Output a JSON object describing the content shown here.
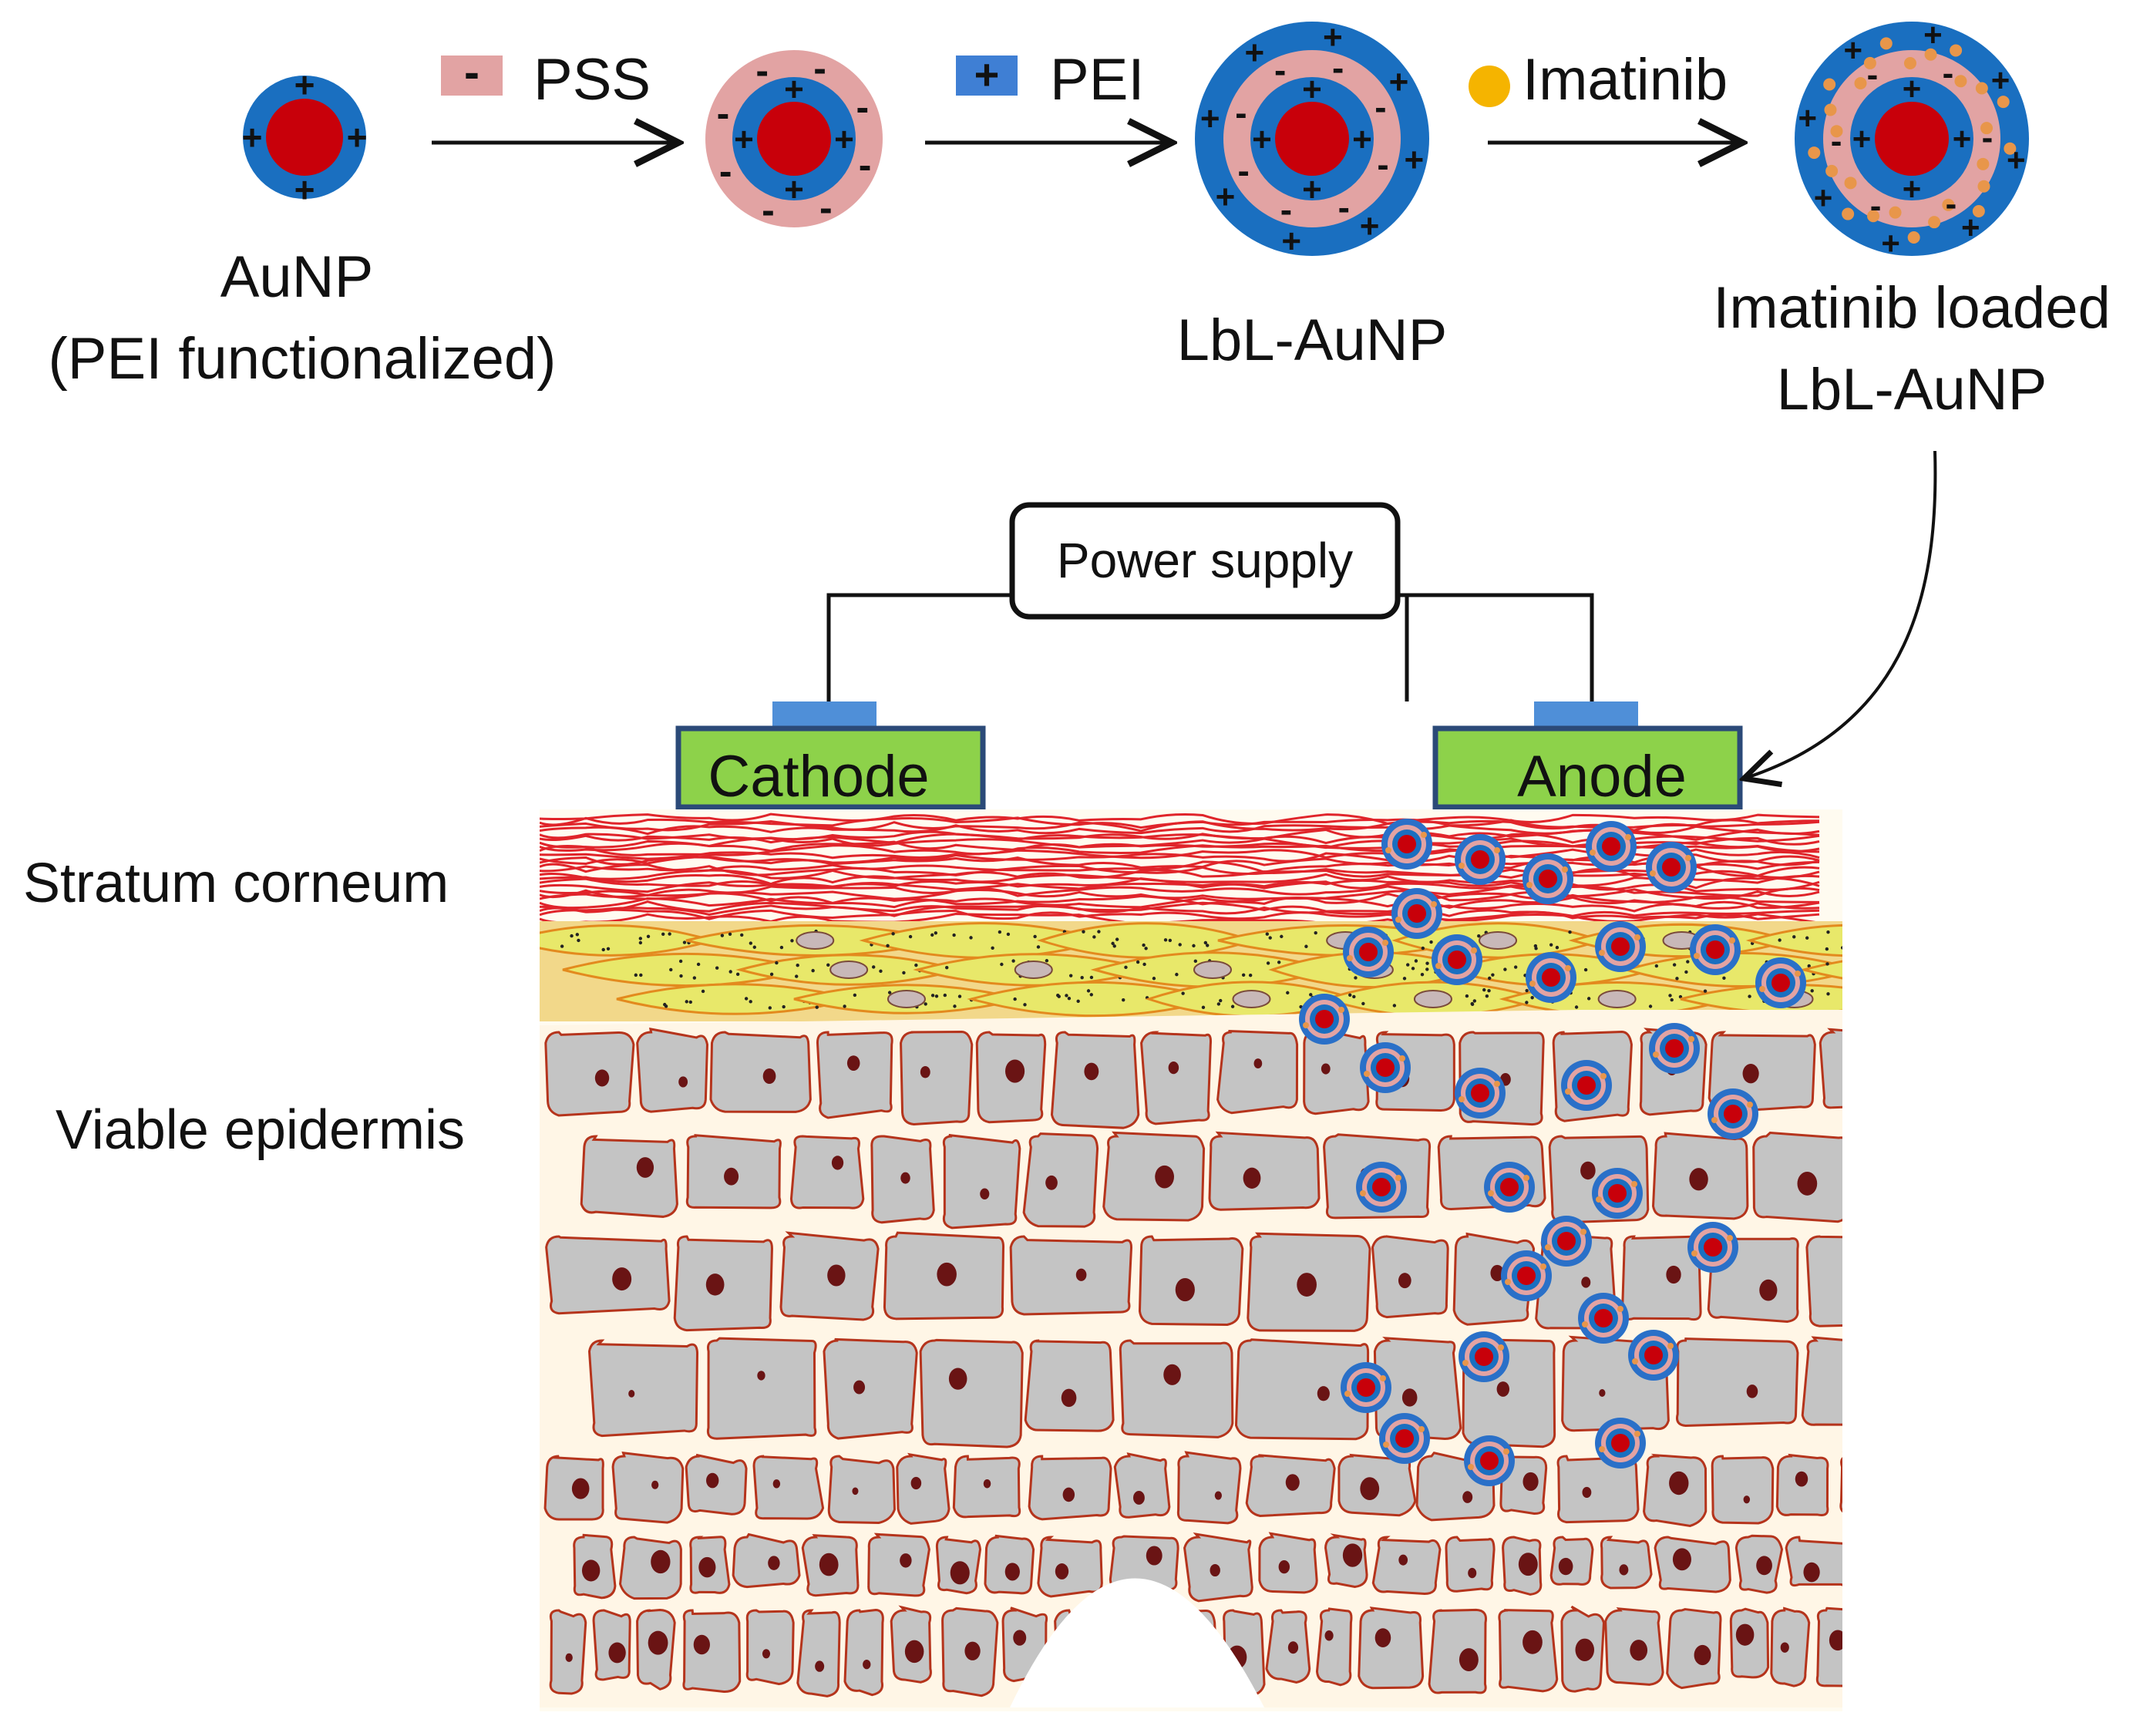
{
  "legend": {
    "pss_sign": "-",
    "pss_label": "PSS",
    "pei_sign": "+",
    "pei_label": "PEI",
    "imatinib_label": "Imatinib"
  },
  "particles": {
    "aunp_line1": "AuNP",
    "aunp_line2": "(PEI functionalized)",
    "lbl_label": "LbL-AuNP",
    "loaded_line1": "Imatinib loaded",
    "loaded_line2": "LbL-AuNP"
  },
  "circuit": {
    "power_supply": "Power supply",
    "cathode": "Cathode",
    "anode": "Anode"
  },
  "skin": {
    "stratum_corneum": "Stratum corneum",
    "viable_epidermis": "Viable epidermis"
  },
  "colors": {
    "gold_core": "#c8000a",
    "pei_layer": "#1a6fc0",
    "pss_layer": "#e2a3a3",
    "imatinib": "#f5b400",
    "electrode": "#8dd24a",
    "cell_fill": "#c4c4c4",
    "cell_edge": "#b5341c",
    "corneum_line": "#e0242a",
    "granular_fill": "#e8e86a"
  }
}
